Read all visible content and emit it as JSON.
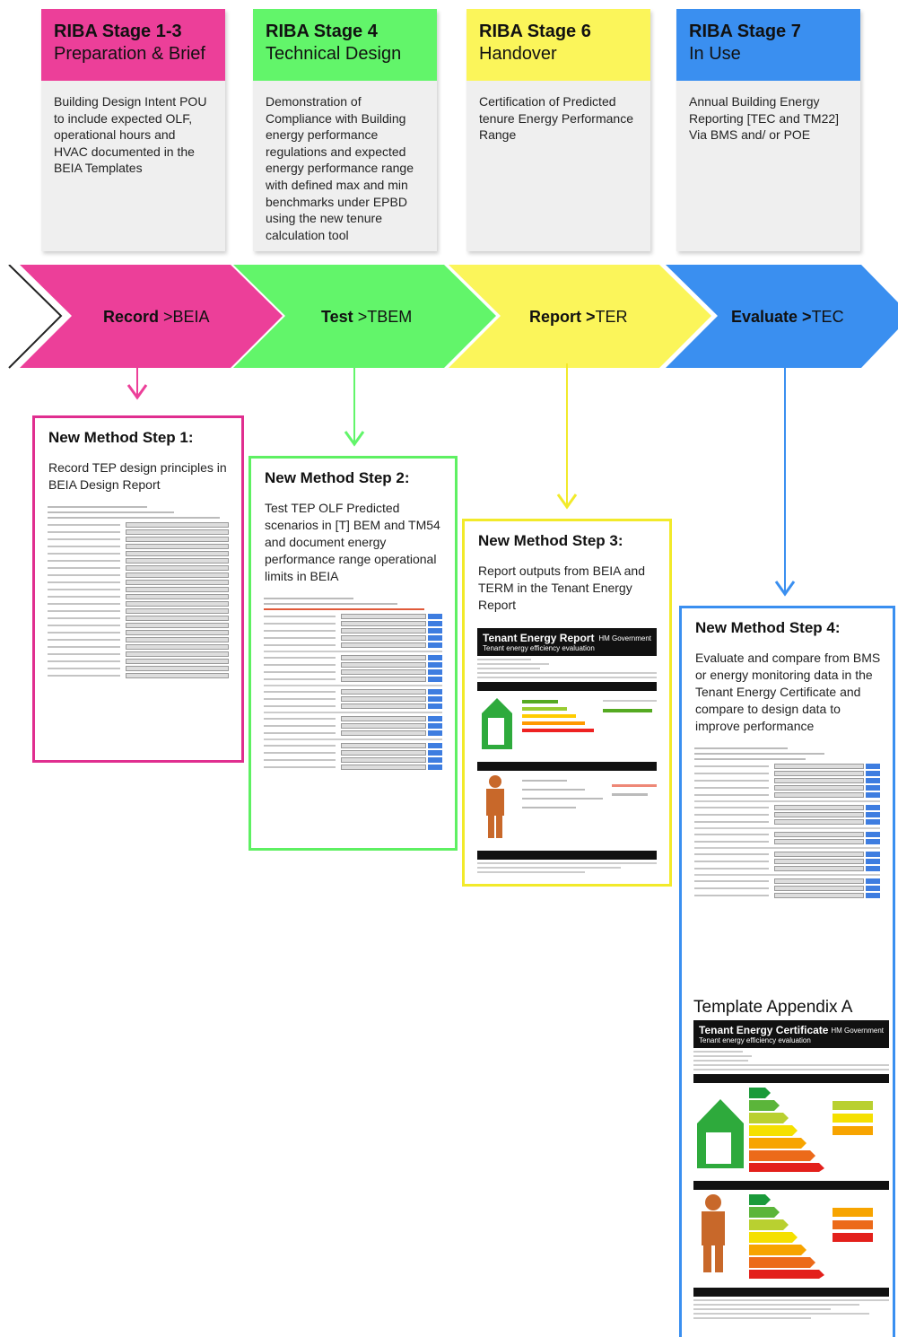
{
  "stages": [
    {
      "num": "RIBA Stage 1-3",
      "name": "Preparation & Brief",
      "color": "#ec3f99",
      "text": "Building Design Intent POU to include expected OLF, operational hours and HVAC documented in the BEIA Templates"
    },
    {
      "num": "RIBA Stage 4",
      "name": "Technical Design",
      "color": "#62f56a",
      "text": "Demonstration of Compliance with Building energy performance regulations and expected energy performance range with defined max and min benchmarks under EPBD using the new tenure calculation tool"
    },
    {
      "num": "RIBA Stage 6",
      "name": "Handover",
      "color": "#fbf55a",
      "text": "Certification of Predicted tenure Energy Performance Range"
    },
    {
      "num": "RIBA Stage 7",
      "name": "In Use",
      "color": "#3a8ff0",
      "text": "Annual Building Energy Reporting [TEC and TM22] Via BMS and/ or POE"
    }
  ],
  "process": [
    {
      "bold": "Record",
      "rest": " >BEIA"
    },
    {
      "bold": "Test",
      "rest": " >TBEM"
    },
    {
      "bold": "Report >",
      "rest": "TER"
    },
    {
      "bold": "Evaluate >",
      "rest": "TEC"
    }
  ],
  "steps": [
    {
      "title": "New Method Step 1:",
      "text": "Record TEP design principles in BEIA Design Report",
      "color": "#e02e8f"
    },
    {
      "title": "New Method Step 2:",
      "text": "Test TEP OLF Predicted scenarios in [T] BEM and TM54 and document energy performance range operational limits in BEIA",
      "color": "#5ef062"
    },
    {
      "title": "New Method Step 3:",
      "text": "Report outputs from BEIA and TERM in the Tenant Energy Report",
      "color": "#f2ea2a",
      "doc_title": "Tenant Energy Report",
      "doc_sub": "Tenant energy efficiency evaluation",
      "doc_gov": "HM Government"
    },
    {
      "title": "New Method Step 4:",
      "text": "Evaluate and compare from BMS or energy monitoring data in the Tenant Energy Certificate and compare to design data to improve performance",
      "color": "#3a8ff0"
    }
  ],
  "template": {
    "title": "Template Appendix A",
    "doc_title": "Tenant Energy Certificate",
    "doc_sub": "Tenant energy efficiency evaluation",
    "doc_gov": "HM Government"
  }
}
